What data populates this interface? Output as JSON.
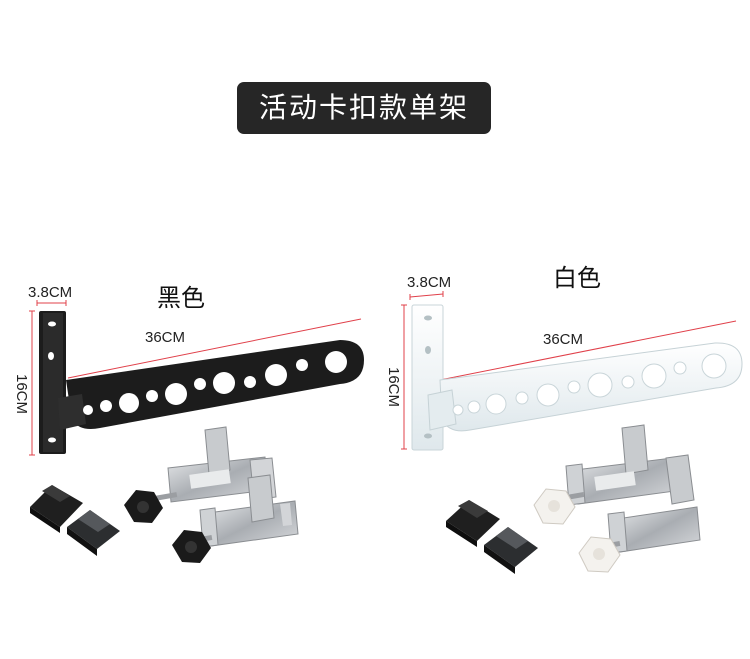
{
  "header": {
    "title": "活动卡扣款单架"
  },
  "black_variant": {
    "color_label": "黑色",
    "width_label": "3.8CM",
    "length_label": "36CM",
    "height_label": "16CM"
  },
  "white_variant": {
    "color_label": "白色",
    "width_label": "3.8CM",
    "length_label": "36CM",
    "height_label": "16CM"
  },
  "colors": {
    "title_bg": "#262626",
    "dimension_line": "#e0404a",
    "black_arm": "#1c1c1c",
    "white_arm": "#eef4f6",
    "steel": "#b9bcc0"
  }
}
